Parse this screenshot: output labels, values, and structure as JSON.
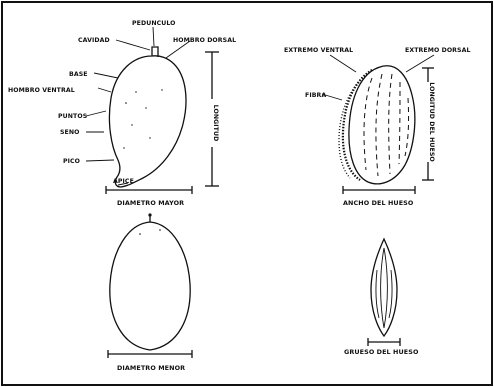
{
  "labels": {
    "cavidad": "CAVIDAD",
    "pedunculo": "PEDUNCULO",
    "hombro_dorsal": "HOMBRO DORSAL",
    "base": "BASE",
    "hombro_ventral": "HOMBRO VENTRAL",
    "puntos": "PUNTOS",
    "seno": "SENO",
    "pico": "PICO",
    "apice": "APICE",
    "longitud": "LONGITUD",
    "diametro_mayor": "DIAMETRO MAYOR",
    "extremo_ventral": "EXTREMO VENTRAL",
    "extremo_dorsal": "EXTREMO DORSAL",
    "fibra": "FIBRA",
    "longitud_hueso": "LONGITUD DEL HUESO",
    "ancho_hueso": "ANCHO DEL HUESO",
    "diametro_menor": "DIAMETRO MENOR",
    "grueso_hueso": "GRUESO DEL HUESO"
  }
}
